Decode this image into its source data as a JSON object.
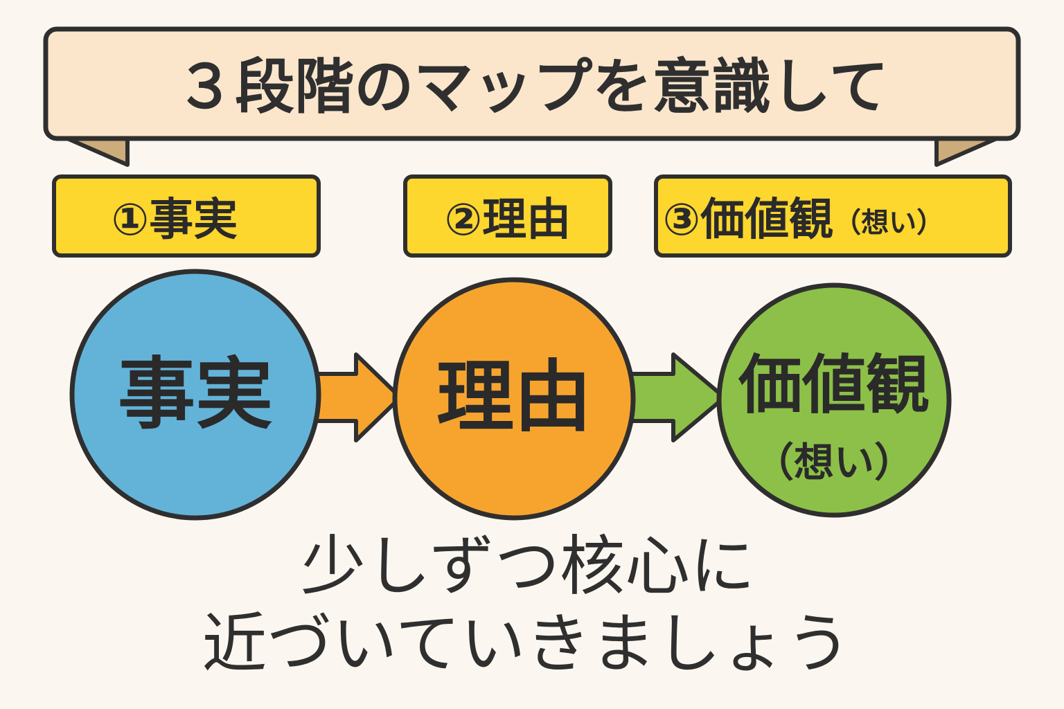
{
  "title": "３段階のマップを意識して",
  "stage_labels": [
    {
      "label": "①事実",
      "sub": ""
    },
    {
      "label": "②理由",
      "sub": ""
    },
    {
      "label": "③価値観",
      "sub": "（想い）"
    }
  ],
  "circles": [
    {
      "label": "事実",
      "sub": "",
      "color": "#63b3d9"
    },
    {
      "label": "理由",
      "sub": "",
      "color": "#f7a42f"
    },
    {
      "label": "価値観",
      "sub": "（想い）",
      "color": "#8dc048"
    }
  ],
  "arrows": [
    {
      "color": "#f7a42f"
    },
    {
      "color": "#8dc048"
    }
  ],
  "footer": {
    "line1": "少しずつ核心に",
    "line2": "近づいていきましょう"
  },
  "colors": {
    "background": "#fbf7f0",
    "banner_fill": "#fbe6cc",
    "banner_tail": "#cdac7b",
    "label_fill": "#fdd62e",
    "outline": "#2f2f2f"
  }
}
